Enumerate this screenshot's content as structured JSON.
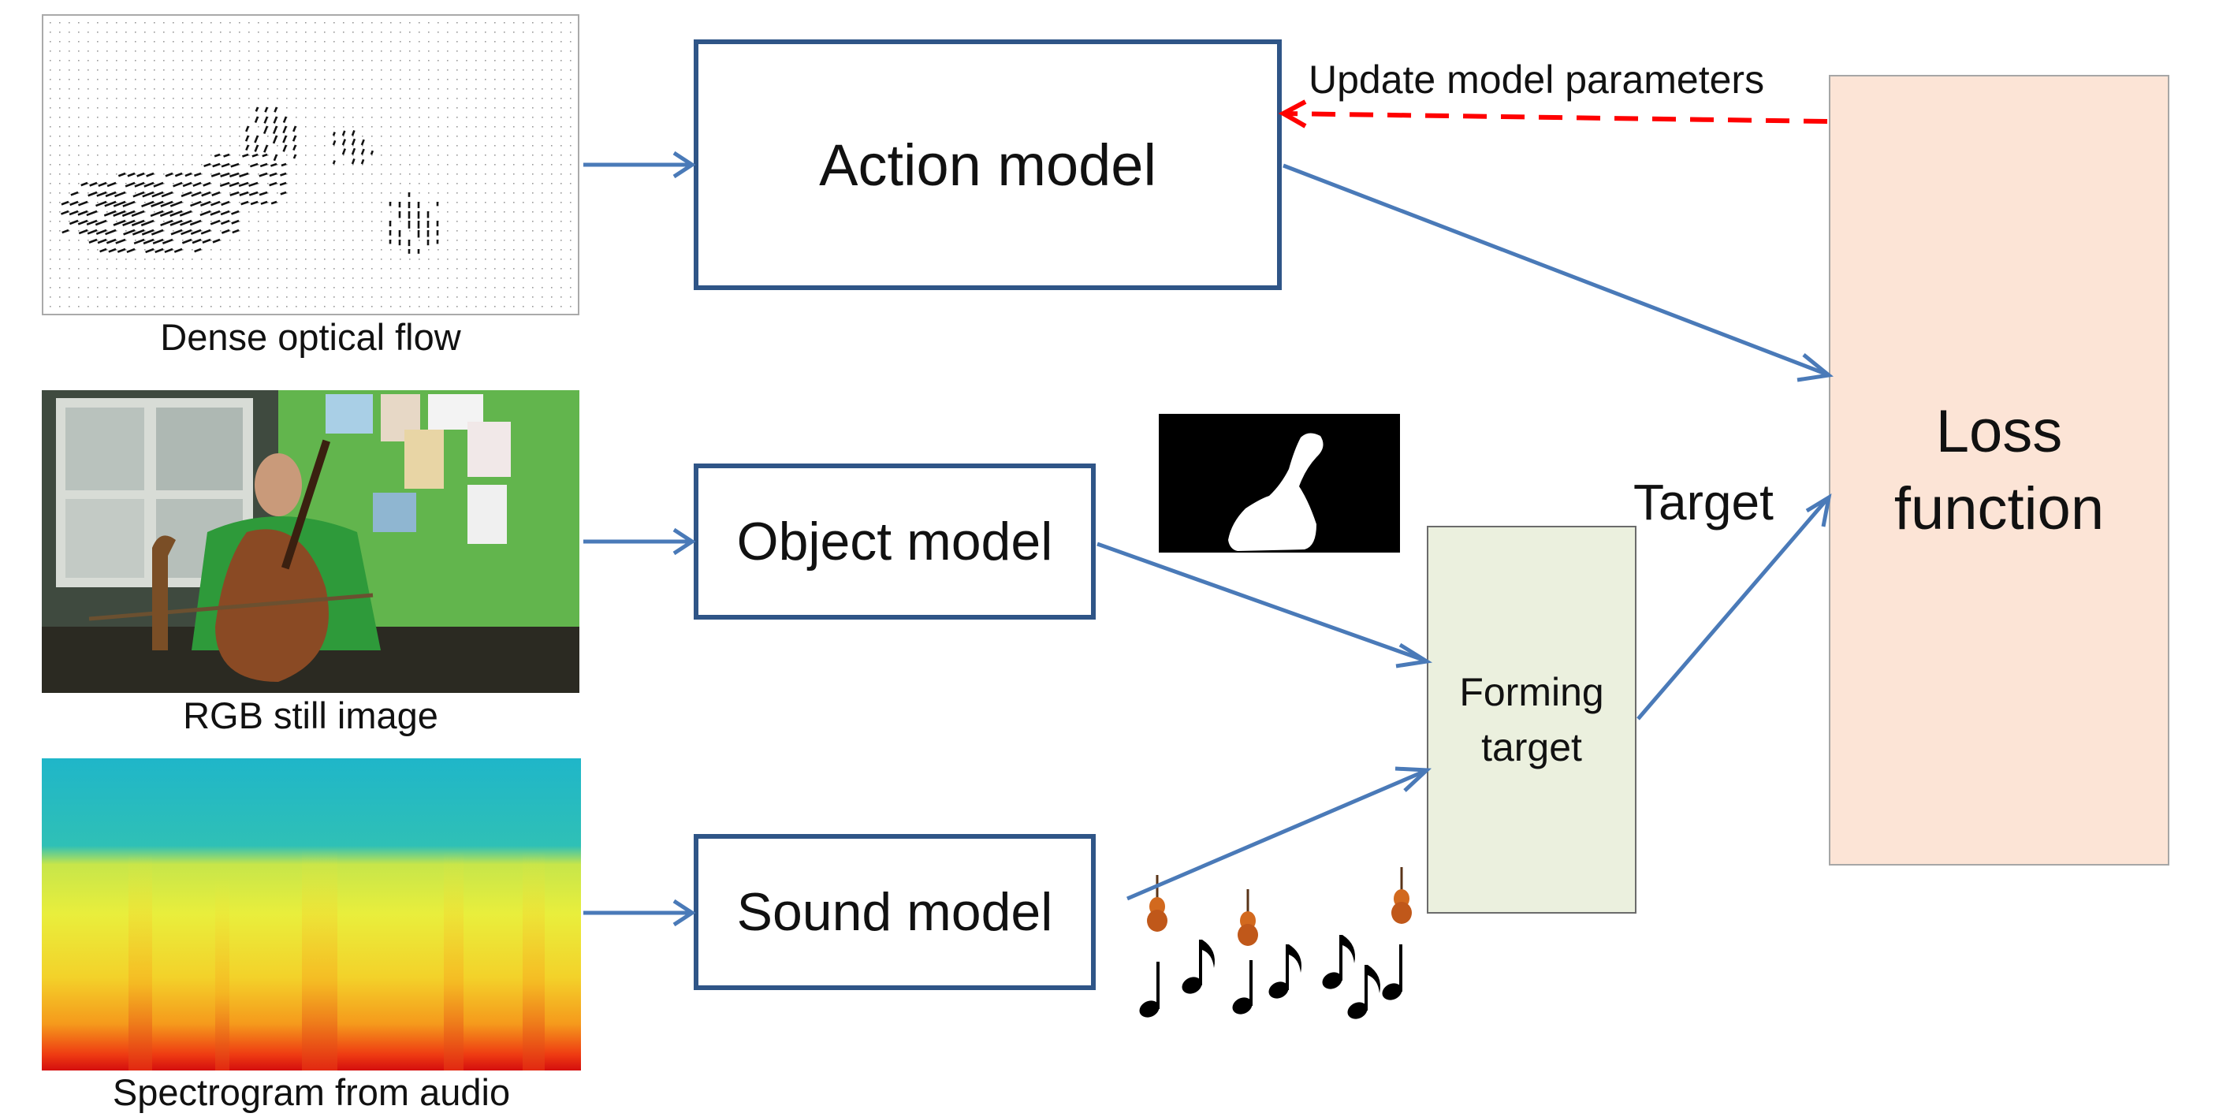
{
  "inputs": {
    "flow_caption": "Dense optical flow",
    "rgb_caption": "RGB still image",
    "spectrogram_caption": "Spectrogram from audio"
  },
  "models": {
    "action": "Action model",
    "object": "Object model",
    "sound": "Sound model"
  },
  "forming_target": "Forming target",
  "target_label": "Target",
  "loss_function": "Loss function",
  "update_label": "Update model parameters",
  "colors": {
    "arrow": "#4a7ab8",
    "box_border": "#2f5587",
    "update_arrow": "#ff0000",
    "loss_fill": "#fce4d6",
    "forming_fill": "#ebf0de"
  },
  "icons": [
    "optical-flow-field",
    "cello-player-photo",
    "spectrogram-image",
    "segmentation-mask",
    "cello-note-icons"
  ]
}
